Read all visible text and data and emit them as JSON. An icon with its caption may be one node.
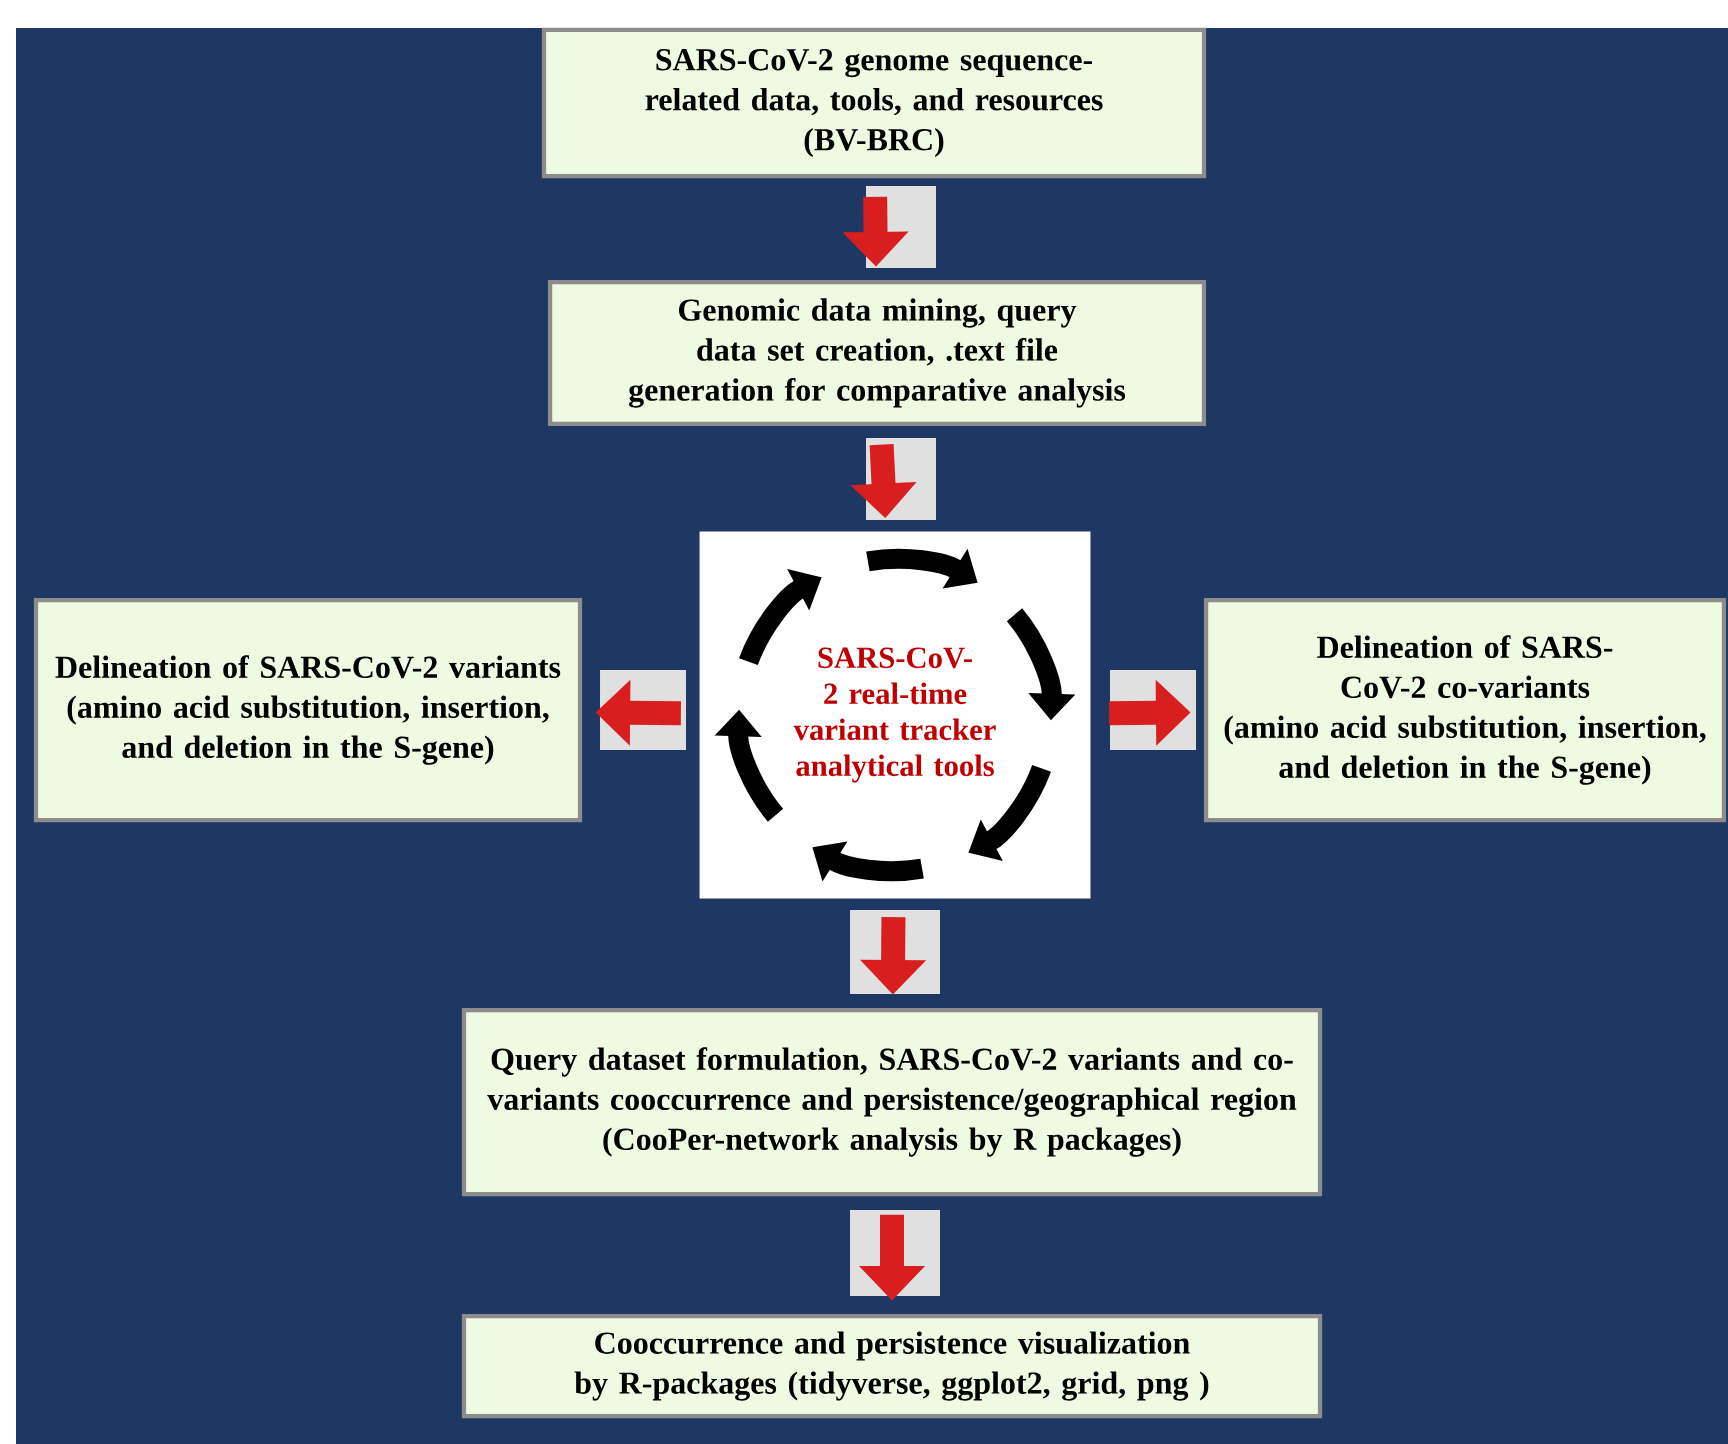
{
  "diagram": {
    "nodes": [
      {
        "text": [
          "SARS-CoV-2 genome sequence-related data, tools, and resources",
          "(BV-BRC)"
        ]
      },
      {
        "text": [
          "Genomic data mining, query data set creation, .text file generation for comparative analysis"
        ]
      },
      {
        "text": [
          "SARS-CoV-2 real-time variant tracker analytical tools"
        ]
      },
      {
        "text": [
          "Delineation of SARS-CoV-2 variants",
          "(amino acid substitution, insertion, and deletion in the S-gene)"
        ]
      },
      {
        "text": [
          "Delineation of SARS-CoV-2 co-variants",
          "(amino acid substitution, insertion, and deletion in the S-gene)"
        ]
      },
      {
        "text": [
          "Query dataset formulation, SARS-CoV-2 variants and co-variants cooccurrence and persistence/geographical region",
          "(CooPer-network analysis by R packages)"
        ]
      },
      {
        "text": [
          "Cooccurrence and persistence visualization by R-packages (tidyverse, ggplot2, grid, png )"
        ]
      }
    ],
    "edges": [
      {
        "from": 0,
        "to": 1,
        "arrow": "to"
      },
      {
        "from": 1,
        "to": 2,
        "arrow": "to"
      },
      {
        "from": 2,
        "to": 3,
        "arrow": "to"
      },
      {
        "from": 2,
        "to": 4,
        "arrow": "to"
      },
      {
        "from": 2,
        "to": 5,
        "arrow": "to"
      },
      {
        "from": 5,
        "to": 6,
        "arrow": "to"
      }
    ]
  }
}
